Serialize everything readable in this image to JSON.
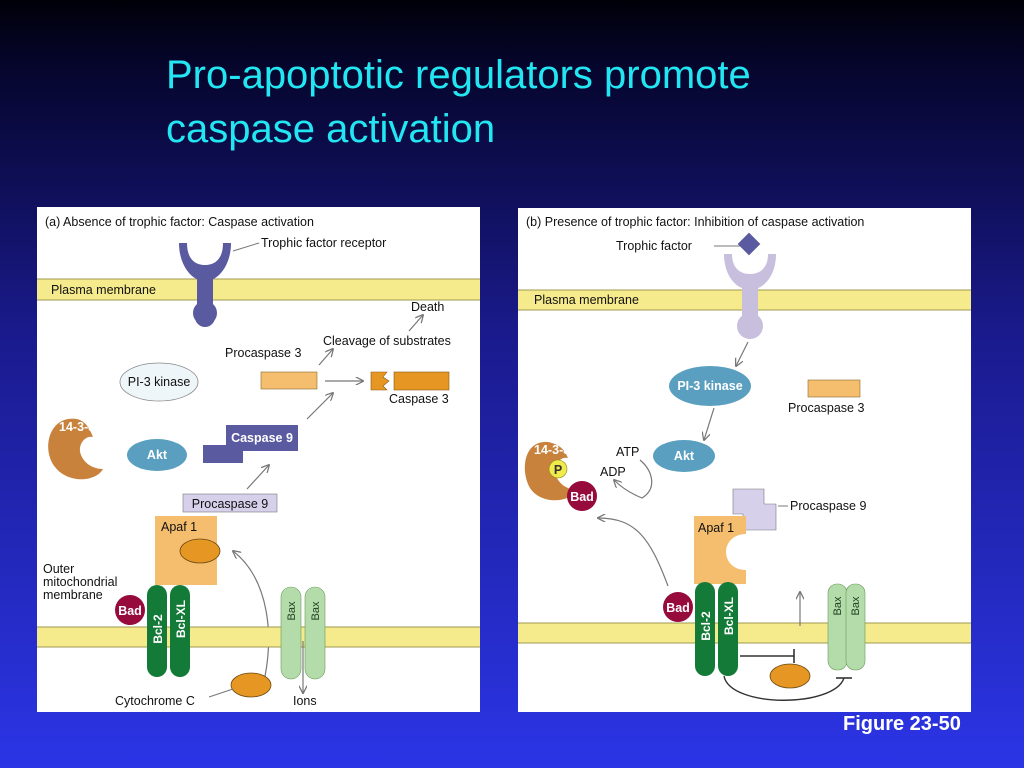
{
  "slide": {
    "title_line1": "Pro-apoptotic regulators promote",
    "title_line2": "caspase activation",
    "figure_label": "Figure 23-50"
  },
  "colors": {
    "title": "#22e6f2",
    "membrane": "#f5ea8c",
    "receptor": "#5a5aa0",
    "receptor_light": "#c8bede",
    "caspase_active": "#5a5aa0",
    "procaspase": "#f5be6e",
    "caspase3": "#e69623",
    "pi3_kinase": "#5a9fc0",
    "protein_1433": "#c8823c",
    "bad": "#960a3c",
    "bcl2": "#147a37",
    "bax": "#b4dcaa",
    "apaf1": "#f5be6e",
    "cytochrome_c": "#e69623"
  },
  "panel_a": {
    "heading": "(a)  Absence of trophic factor: Caspase activation",
    "trophic_factor_receptor": "Trophic factor receptor",
    "plasma_membrane": "Plasma membrane",
    "death": "Death",
    "cleavage_of_substrates": "Cleavage of substrates",
    "procaspase_3": "Procaspase 3",
    "caspase_3": "Caspase 3",
    "pi3_kinase": "PI-3 kinase",
    "protein_1433": "14-3-3",
    "akt": "Akt",
    "caspase_9": "Caspase 9",
    "procaspase_9": "Procaspase 9",
    "apaf1": "Apaf 1",
    "outer_membrane_line1": "Outer",
    "outer_membrane_line2": "mitochondrial",
    "outer_membrane_line3": "membrane",
    "bad": "Bad",
    "bcl2": "Bcl-2",
    "bclxl": "Bcl-XL",
    "bax_1": "Bax",
    "bax_2": "Bax",
    "cytochrome_c": "Cytochrome C",
    "ions": "Ions"
  },
  "panel_b": {
    "heading": "(b)  Presence of trophic factor: Inhibition of caspase activation",
    "trophic_factor": "Trophic factor",
    "plasma_membrane": "Plasma membrane",
    "pi3_kinase": "PI-3 kinase",
    "procaspase_3": "Procaspase 3",
    "protein_1433": "14-3-3",
    "phospho": "P",
    "bad_bound": "Bad",
    "atp": "ATP",
    "adp": "ADP",
    "akt": "Akt",
    "procaspase_9": "Procaspase 9",
    "apaf1": "Apaf 1",
    "bad_membrane": "Bad",
    "bcl2": "Bcl-2",
    "bclxl": "Bcl-XL",
    "bax_1": "Bax",
    "bax_2": "Bax"
  }
}
